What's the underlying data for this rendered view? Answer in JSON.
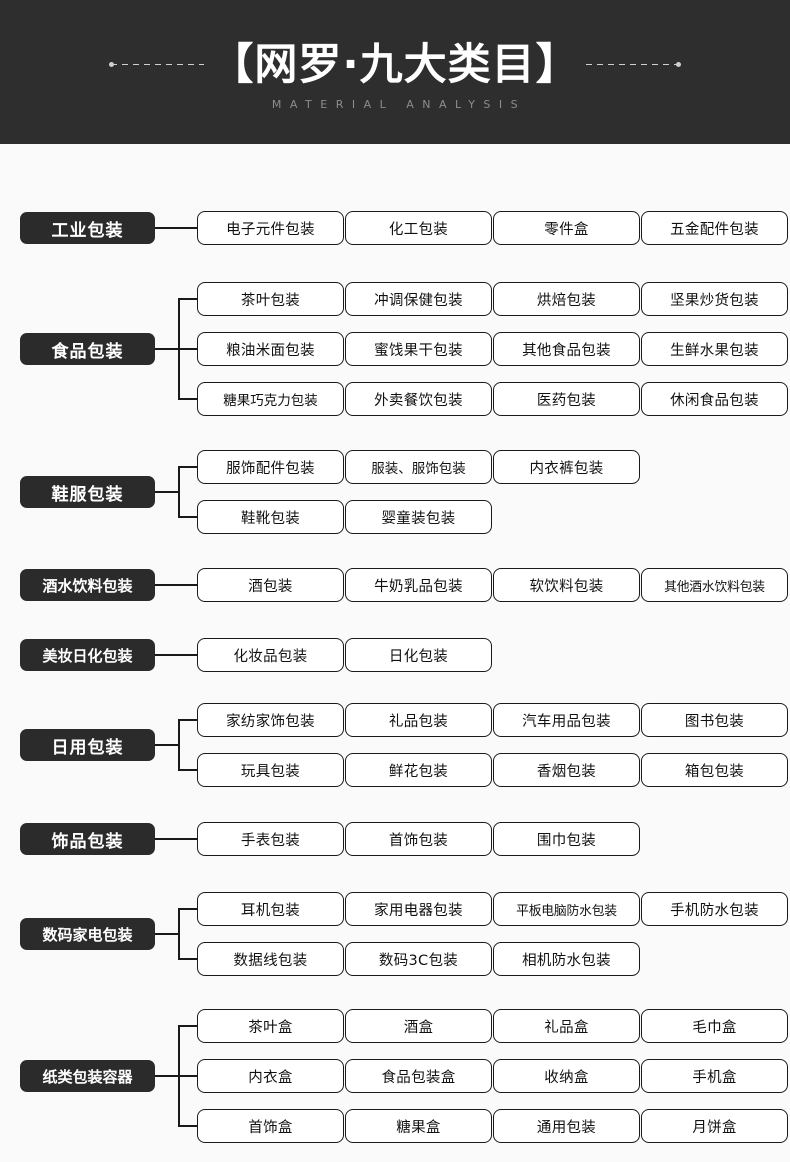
{
  "header": {
    "title": "【网罗·九大类目】",
    "subtitle": "MATERIAL ANALYSIS",
    "background_color": "#2e2e2e",
    "title_color": "#ffffff",
    "subtitle_color": "#8d8d8d",
    "divider_color": "#cfcfcf"
  },
  "page": {
    "background_color": "#fafafa",
    "label_background": "#2b2b2b",
    "label_text_color": "#ffffff",
    "box_border_color": "#1a1a1a",
    "box_background": "#ffffff",
    "box_text_color": "#111111"
  },
  "categories": [
    {
      "label": "工业包装",
      "rows": [
        [
          "电子元件包装",
          "化工包装",
          "零件盒",
          "五金配件包装"
        ]
      ]
    },
    {
      "label": "食品包装",
      "rows": [
        [
          "茶叶包装",
          "冲调保健包装",
          "烘焙包装",
          "坚果炒货包装"
        ],
        [
          "粮油米面包装",
          "蜜饯果干包装",
          "其他食品包装",
          "生鲜水果包装"
        ],
        [
          "糖果巧克力包装",
          "外卖餐饮包装",
          "医药包装",
          "休闲食品包装"
        ]
      ]
    },
    {
      "label": "鞋服包装",
      "rows": [
        [
          "服饰配件包装",
          "服装、服饰包装",
          "内衣裤包装"
        ],
        [
          "鞋靴包装",
          "婴童装包装"
        ]
      ]
    },
    {
      "label": "酒水饮料包装",
      "rows": [
        [
          "酒包装",
          "牛奶乳品包装",
          "软饮料包装",
          "其他酒水饮料包装"
        ]
      ]
    },
    {
      "label": "美妆日化包装",
      "rows": [
        [
          "化妆品包装",
          "日化包装"
        ]
      ]
    },
    {
      "label": "日用包装",
      "rows": [
        [
          "家纺家饰包装",
          "礼品包装",
          "汽车用品包装",
          "图书包装"
        ],
        [
          "玩具包装",
          "鲜花包装",
          "香烟包装",
          "箱包包装"
        ]
      ]
    },
    {
      "label": "饰品包装",
      "rows": [
        [
          "手表包装",
          "首饰包装",
          "围巾包装"
        ]
      ]
    },
    {
      "label": "数码家电包装",
      "rows": [
        [
          "耳机包装",
          "家用电器包装",
          "平板电脑防水包装",
          "手机防水包装"
        ],
        [
          "数据线包装",
          "数码3C包装",
          "相机防水包装"
        ]
      ]
    },
    {
      "label": "纸类包装容器",
      "rows": [
        [
          "茶叶盒",
          "酒盒",
          "礼品盒",
          "毛巾盒"
        ],
        [
          "内衣盒",
          "食品包装盒",
          "收纳盒",
          "手机盒"
        ],
        [
          "首饰盒",
          "糖果盒",
          "通用包装",
          "月饼盒"
        ]
      ]
    }
  ]
}
